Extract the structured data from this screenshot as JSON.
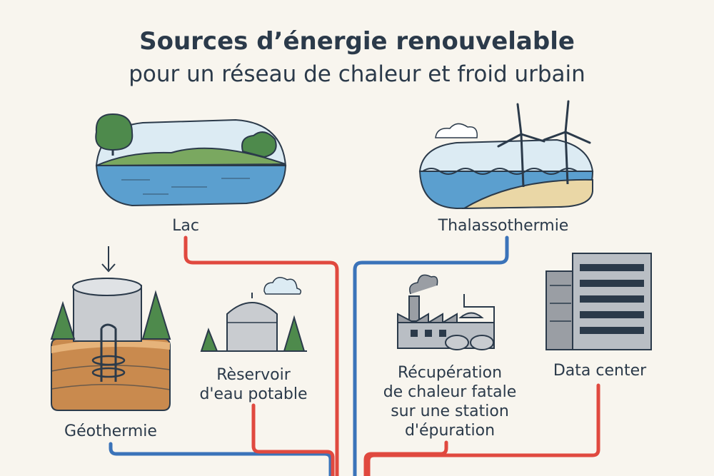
{
  "title": {
    "line1": "Sources d’énergie renouvelable",
    "line2": "pour un réseau de chaleur et froid urbain"
  },
  "sources": {
    "lac": "Lac",
    "thalasso": "Thalassothermie",
    "geo": "Géothermie",
    "reservoir": [
      "Rèservoir",
      "d'eau potable"
    ],
    "recup": [
      "Récupération",
      "de chaleur fatale",
      "sur une station",
      "d'épuration"
    ],
    "datacenter": "Data center"
  },
  "colors": {
    "hot_pipe": "#e0493f",
    "cold_pipe": "#3b73b9",
    "water": "#5b9fcf",
    "grass": "#7aa860",
    "tree": "#4e8a4c",
    "soil": "#c98a4e",
    "building": "#b9bec4"
  }
}
